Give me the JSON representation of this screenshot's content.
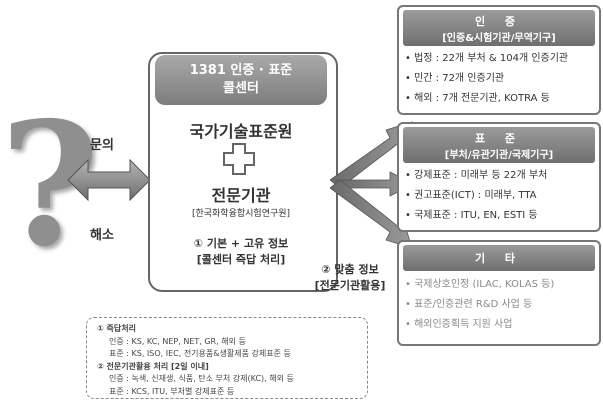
{
  "left": {
    "inquiry_label": "문의",
    "resolve_label": "해소"
  },
  "center": {
    "header_line1": "1381 인증 · 표준",
    "header_line2": "콜센터",
    "org_name": "국가기술표준원",
    "plus_symbol": "+",
    "expert_org": "전문기관",
    "expert_org_detail": "[한국화학융합시험연구원]",
    "step1_label": "① 기본 + 고유 정보",
    "step1_detail": "[콜센터 즉답 처리]",
    "step2_label": "② 맞춤 정보",
    "step2_detail": "[전문기관활용]"
  },
  "boxes": {
    "cert": {
      "title": "인 증",
      "subtitle": "[인증&시험기관/무역기구]",
      "items": [
        "• 법정 : 22개 부처 & 104개 인증기관",
        "• 민간 : 72개 인증기관",
        "• 해외 : 7개 전문기관, KOTRA 등"
      ]
    },
    "std": {
      "title": "표 준",
      "subtitle": "[부처/유관기관/국제기구]",
      "items": [
        "• 강제표준 : 미래부 등 22개 부처",
        "• 권고표준(ICT) : 미래부, TTA",
        "• 국제표준 : ITU, EN, ESTI 등"
      ]
    },
    "etc": {
      "title": "기 타",
      "items": [
        "• 국제상호인정 (ILAC, KOLAS 등)",
        "• 표준/인증관련 R&D 사업 등",
        "• 해외인증획득 지원 사업"
      ]
    }
  },
  "notes": {
    "h1": "① 즉답처리",
    "l1": "인증 : KS, KC, NEP, NET, GR, 해외 등",
    "l2": "표준 : KS, ISO, IEC, 전기용품&생활제품 강제표준 등",
    "h2": "② 전문기관활용 처리 [2일 이내]",
    "l3": "인증 : 녹색, 신재생, 식품, 탄소 부처 강제(KC), 해외 등",
    "l4": "표준 : KCS, ITU, 부처별 강제표준 등"
  },
  "colors": {
    "box_header": "#7d7d7d",
    "arrow": "#7a7a7a",
    "text": "#333333"
  }
}
